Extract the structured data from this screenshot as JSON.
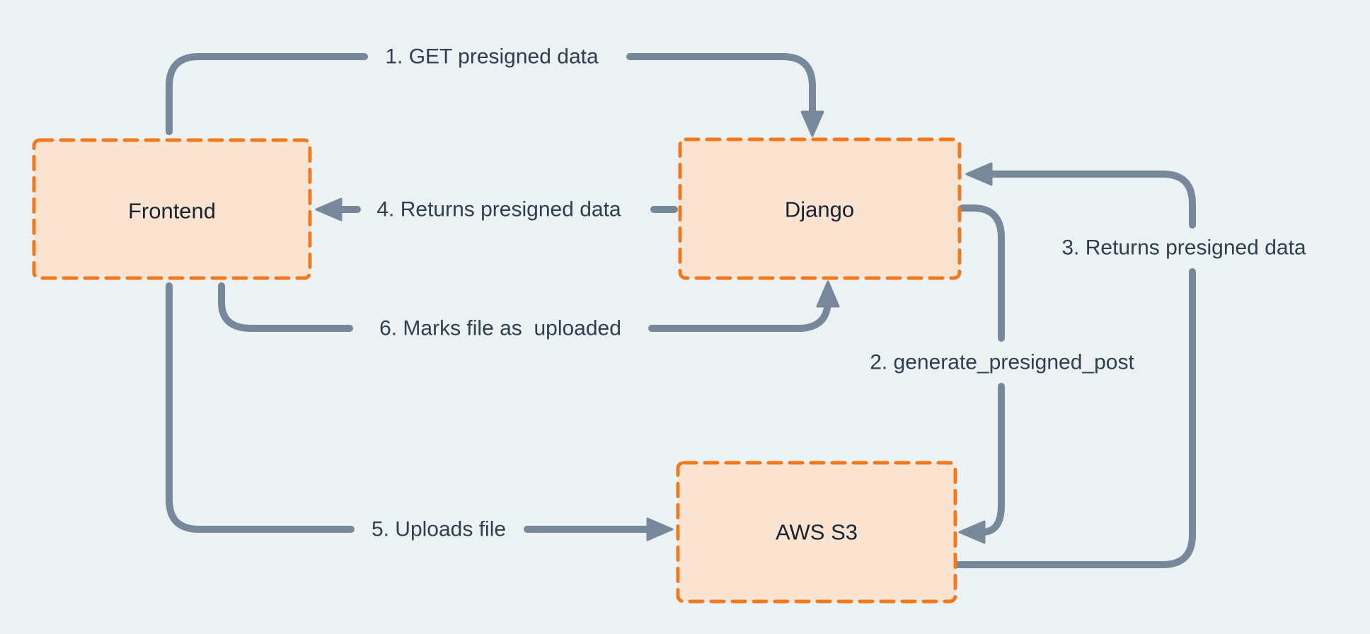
{
  "colors": {
    "background": "#ECF1F4",
    "node_fill": "#FBE3D2",
    "node_border": "#F0791E",
    "arrow": "#76889A",
    "node_label_color": "#17232E",
    "edge_label_color": "#2C4050"
  },
  "nodes": {
    "frontend": {
      "label": "Frontend"
    },
    "django": {
      "label": "Django"
    },
    "aws_s3": {
      "label": "AWS S3"
    }
  },
  "edges": {
    "e1": {
      "label": "1. GET presigned data",
      "from": "Frontend",
      "to": "Django"
    },
    "e2": {
      "label": "2. generate_presigned_post",
      "from": "Django",
      "to": "AWS S3"
    },
    "e3": {
      "label": "3. Returns presigned data",
      "from": "AWS S3",
      "to": "Django"
    },
    "e4": {
      "label": "4. Returns presigned data",
      "from": "Django",
      "to": "Frontend"
    },
    "e5": {
      "label": "5. Uploads file",
      "from": "Frontend",
      "to": "AWS S3"
    },
    "e6": {
      "label": "6. Marks file as  uploaded",
      "from": "Frontend",
      "to": "Django"
    }
  }
}
